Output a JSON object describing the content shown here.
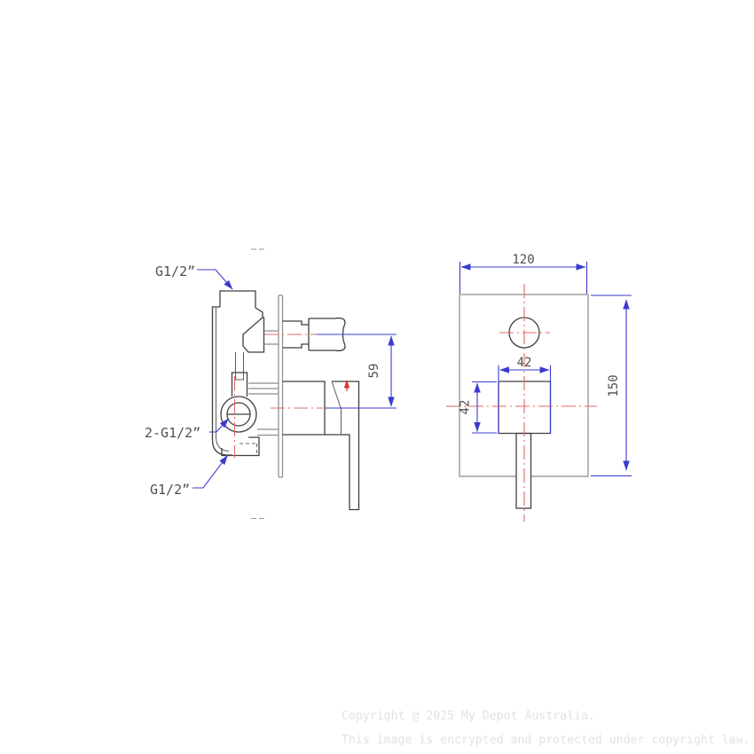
{
  "drawing_title": "concealed-shower-mixer-technical-drawing",
  "colors": {
    "dimension_blue": "#3b3bd0",
    "centerline_red": "#e06868",
    "object_line_dark": "#3f3f3f",
    "plate_line_gray": "#8c8c8c",
    "watermark_gray": "#e2e2e2",
    "background": "#ffffff"
  },
  "left_view": {
    "labels": {
      "top_port": "G1/2”",
      "side_ports": "2-G1/2”",
      "bottom_port": "G1/2”"
    },
    "dimensions": {
      "axis_offset": "59"
    }
  },
  "right_view": {
    "dimensions": {
      "plate_width": "120",
      "plate_height": "150",
      "escutcheon_width": "42",
      "escutcheon_height": "42"
    }
  },
  "footer": {
    "line1": "Copyright @ 2025 My Depot Australia.",
    "line2": "This image is encrypted and protected under copyright law."
  }
}
